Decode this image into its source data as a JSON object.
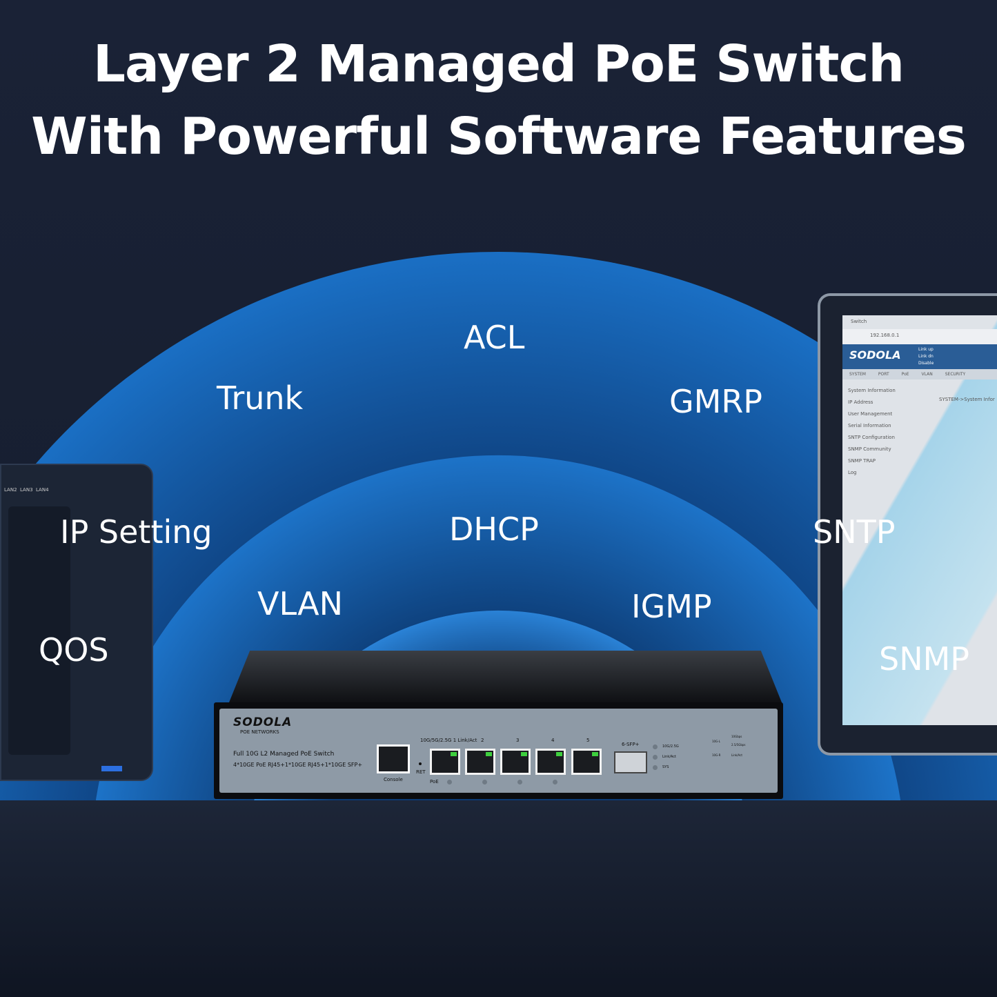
{
  "headline": {
    "line1": "Layer 2 Managed PoE Switch",
    "line2": "With Powerful Software Features"
  },
  "features": [
    "ACL",
    "Trunk",
    "GMRP",
    "IP Setting",
    "DHCP",
    "SNTP",
    "VLAN",
    "IGMP",
    "QOS",
    "SNMP"
  ],
  "colors": {
    "background": "#121a28",
    "arc": "#1a6fc4",
    "text": "#ffffff"
  },
  "switch": {
    "brand": "SODOLA",
    "brand_sub": "POE NETWORKS",
    "model_line1": "Full 10G L2 Managed PoE Switch",
    "model_line2": "4*10GE PoE RJ45+1*10GE RJ45+1*10GE SFP+",
    "console": "Console",
    "reset": "RET",
    "poe": "PoE",
    "port_header": "10G/5G/2.5G 1 Link/Act",
    "ports": [
      "2",
      "3",
      "4",
      "5"
    ],
    "sfp": "6-SFP+",
    "leds": [
      "10G/2.5G",
      "Link/Act",
      "SYS"
    ],
    "legend": [
      "10G-L",
      "10Gbps",
      "2.5/5Gbps",
      "10G-R",
      "Link/Act"
    ]
  },
  "nas": {
    "labels": [
      "LAN2",
      "LAN3",
      "LAN4"
    ]
  },
  "laptop": {
    "tab": "Switch",
    "address": "192.168.0.1",
    "brand": "SODOLA",
    "status": [
      "Link up",
      "Link dn",
      "Disable"
    ],
    "nav": [
      "SYSTEM",
      "PORT",
      "PoE",
      "VLAN",
      "SECURITY"
    ],
    "menu": [
      "System Information",
      "IP Address",
      "User Management",
      "Serial Information",
      "SNTP Configuration",
      "SNMP Community",
      "SNMP TRAP",
      "Log"
    ],
    "breadcrumb": "SYSTEM->System Infor"
  }
}
